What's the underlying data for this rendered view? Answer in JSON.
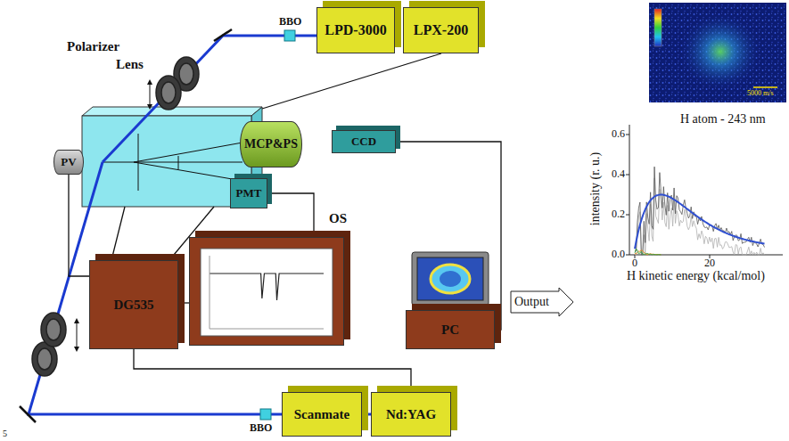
{
  "diagram": {
    "nodes": [
      {
        "text": [
          "LPD-3000"
        ]
      },
      {
        "text": [
          "LPX-200"
        ]
      },
      {
        "text": [
          "PV"
        ]
      },
      {
        "text": [
          "MCP&PS"
        ]
      },
      {
        "text": [
          "CCD"
        ]
      },
      {
        "text": [
          "PMT"
        ]
      },
      {
        "text": [
          "OS"
        ]
      },
      {
        "text": [
          "DG535"
        ]
      },
      {
        "text": [
          "PC"
        ]
      },
      {
        "text": [
          "Output"
        ]
      },
      {
        "text": [
          "Scanmate"
        ]
      },
      {
        "text": [
          "Nd:YAG"
        ]
      }
    ],
    "edges": [
      {
        "from": 10,
        "to": 11,
        "arrow": "none"
      },
      {
        "from": 4,
        "to": 8,
        "arrow": "none"
      },
      {
        "from": 5,
        "to": 6,
        "arrow": "none"
      },
      {
        "from": 7,
        "to": 6,
        "arrow": "none"
      },
      {
        "from": 7,
        "to": 11,
        "arrow": "none"
      }
    ],
    "labels": [
      "Polarizer",
      "Lens",
      "BBO",
      "BBO",
      "H atom - 243 nm",
      "intensity (r. u.)",
      "H kinetic energy (kcal/mol)",
      "0.6",
      "0.4",
      "0.2",
      "0.0",
      "0",
      "20",
      "5000 m/s",
      "5"
    ]
  }
}
